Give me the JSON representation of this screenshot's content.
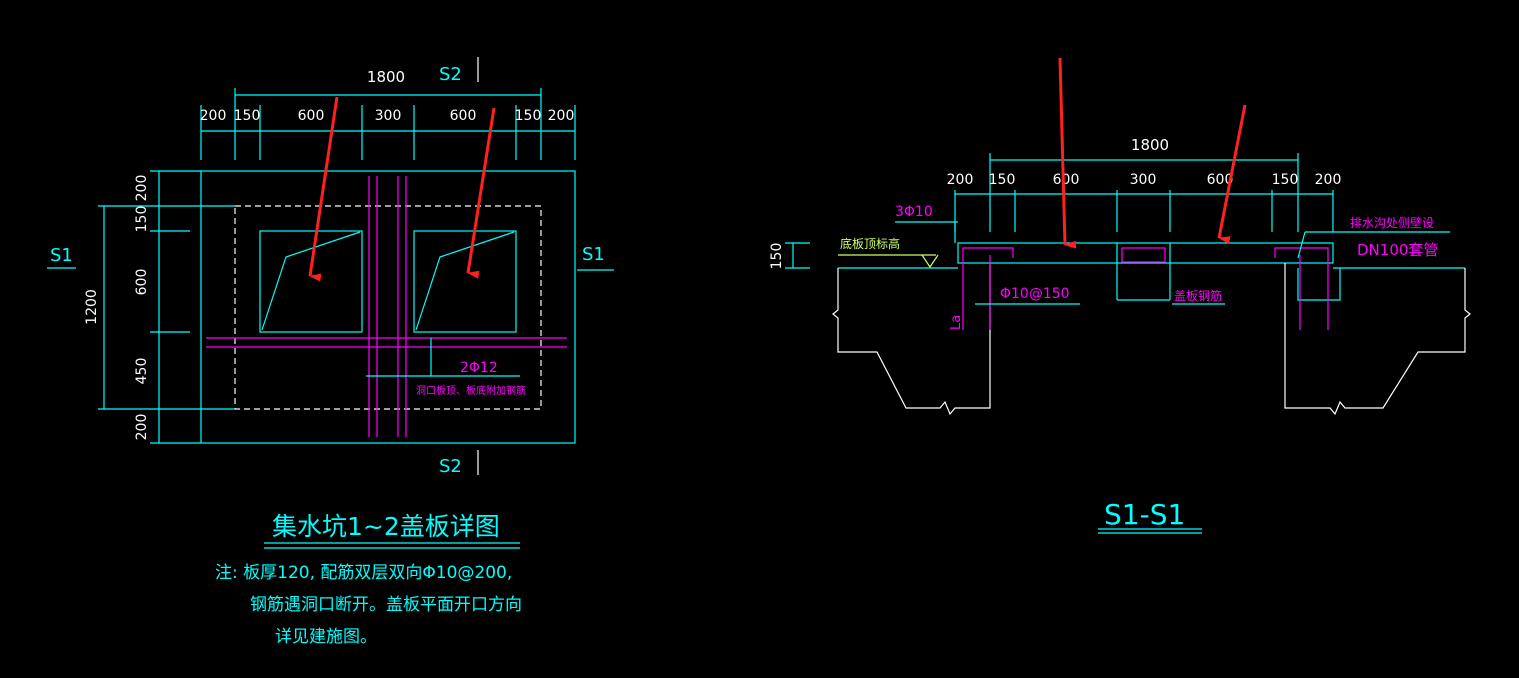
{
  "colors": {
    "background": "#000000",
    "cyan": "#00ffff",
    "magenta": "#ff00ff",
    "white": "#ffffff",
    "yellow": "#ccff66",
    "red": "#ff2020"
  },
  "plan": {
    "title": "集水坑1~2盖板详图",
    "total_width": "1800",
    "width_dims": [
      "200",
      "150",
      "600",
      "300",
      "600",
      "150",
      "200"
    ],
    "height_dims": [
      "200",
      "150",
      "600",
      "450",
      "200"
    ],
    "total_height": "1200",
    "section_s1": "S1",
    "section_s2": "S2",
    "rebar_label": "2Φ12",
    "rebar_note": "洞口板顶、板底附加钢筋",
    "notes": [
      "注: 板厚120, 配筋双层双向Φ10@200,",
      "钢筋遇洞口断开。盖板平面开口方向",
      "详见建施图。"
    ]
  },
  "section": {
    "title": "S1-S1",
    "total_width": "1800",
    "width_dims": [
      "200",
      "150",
      "600",
      "300",
      "600",
      "150",
      "200"
    ],
    "thickness_dim": "150",
    "top_rebar": "3Φ10",
    "elevation_label": "底板顶标高",
    "wall_rebar": "Φ10@150",
    "anchor_label": "La",
    "cover_rebar": "盖板钢筋",
    "sleeve_note_1": "排水沟处侧壁设",
    "sleeve_note_2": "DN100套管"
  }
}
